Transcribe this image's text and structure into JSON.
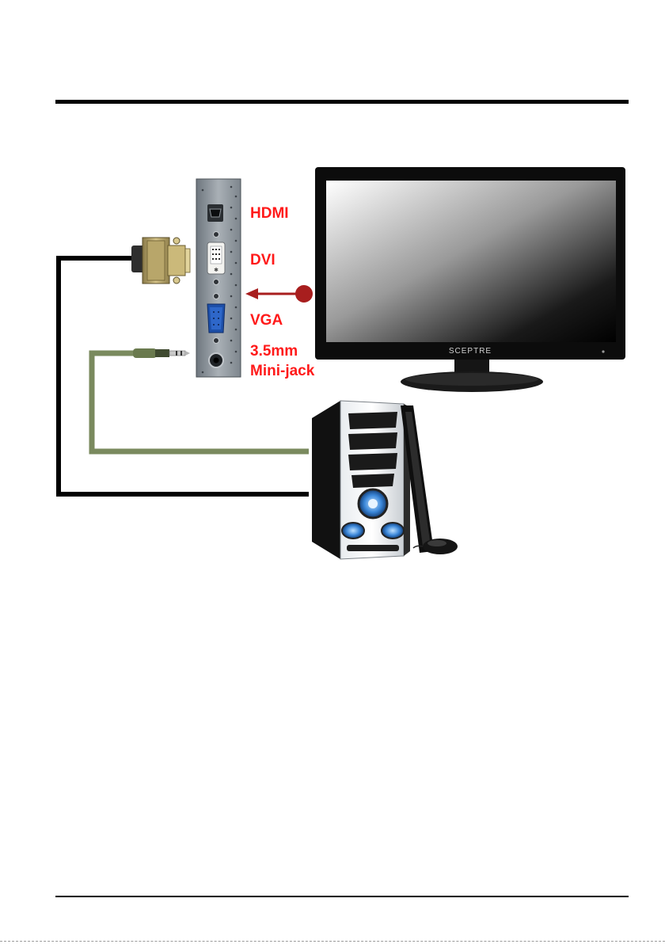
{
  "ports": {
    "hdmi": "HDMI",
    "dvi": "DVI",
    "vga": "VGA",
    "jack_line1": "3.5mm",
    "jack_line2": "Mini-jack"
  },
  "monitor": {
    "brand": "SCEPTRE"
  },
  "colors": {
    "label_red": "#ff1a1a",
    "arrow": "#a81e1e",
    "audio_cable": "#7a8a5e",
    "video_cable": "#000000",
    "panel": "#9aa2aa",
    "tower_blue": "#3a86d8"
  },
  "icons": [
    "hdmi-port-icon",
    "dvi-port-icon",
    "vga-port-icon",
    "audio-jack-icon",
    "dvi-connector-icon",
    "audio-plug-icon",
    "monitor-icon",
    "pc-tower-icon",
    "keyboard-icon",
    "mouse-icon"
  ]
}
